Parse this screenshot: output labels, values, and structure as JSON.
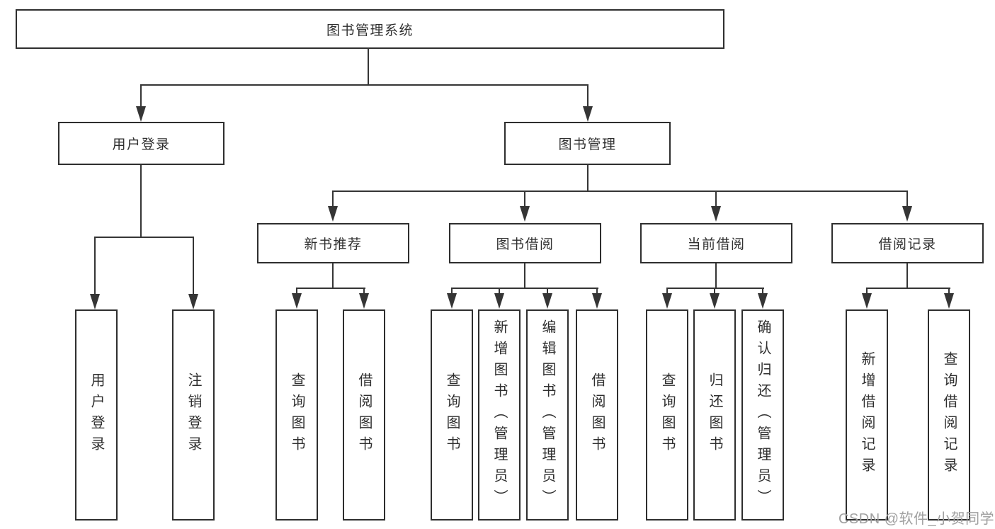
{
  "diagram": {
    "title_node": {
      "label": "图书管理系统"
    },
    "level2": [
      {
        "id": "user-login",
        "label": "用户登录"
      },
      {
        "id": "book-mgmt",
        "label": "图书管理"
      }
    ],
    "level3": [
      {
        "id": "new-book-recommend",
        "label": "新书推荐"
      },
      {
        "id": "book-borrow",
        "label": "图书借阅"
      },
      {
        "id": "current-borrow",
        "label": "当前借阅"
      },
      {
        "id": "borrow-records",
        "label": "借阅记录"
      }
    ],
    "leaves": [
      {
        "parent": "user-login",
        "label": "用户登录"
      },
      {
        "parent": "user-login",
        "label": "注销登录"
      },
      {
        "parent": "new-book-recommend",
        "label": "查询图书"
      },
      {
        "parent": "new-book-recommend",
        "label": "借阅图书"
      },
      {
        "parent": "book-borrow",
        "label": "查询图书"
      },
      {
        "parent": "book-borrow",
        "label": "新增图书（管理员）"
      },
      {
        "parent": "book-borrow",
        "label": "编辑图书（管理员）"
      },
      {
        "parent": "book-borrow",
        "label": "借阅图书"
      },
      {
        "parent": "current-borrow",
        "label": "查询图书"
      },
      {
        "parent": "current-borrow",
        "label": "归还图书"
      },
      {
        "parent": "current-borrow",
        "label": "确认归还（管理员）"
      },
      {
        "parent": "borrow-records",
        "label": "新增借阅记录"
      },
      {
        "parent": "borrow-records",
        "label": "查询借阅记录"
      }
    ],
    "colors": {
      "line": "#353535",
      "border": "#2e2e2e",
      "text": "#2f2f2f",
      "background": "#ffffff",
      "watermark": "#a0a0a0"
    }
  },
  "watermark": {
    "text": "CSDN @软件_小贺同学"
  }
}
